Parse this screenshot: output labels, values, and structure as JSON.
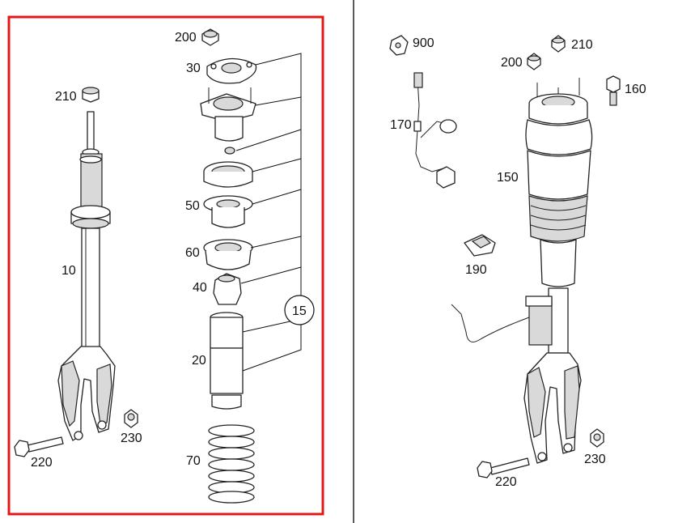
{
  "diagram": {
    "colors": {
      "frame": "#e01818",
      "line": "#222222",
      "shade": "#d9d9d9"
    },
    "left_labels": {
      "p200": "200",
      "p30": "30",
      "p210": "210",
      "p50": "50",
      "p60": "60",
      "p40": "40",
      "p10": "10",
      "p15": "15",
      "p20": "20",
      "p230": "230",
      "p220": "220",
      "p70": "70"
    },
    "right_labels": {
      "p900": "900",
      "p210": "210",
      "p200": "200",
      "p160": "160",
      "p170": "170",
      "p150": "150",
      "p190": "190",
      "p230": "230",
      "p220": "220"
    }
  }
}
